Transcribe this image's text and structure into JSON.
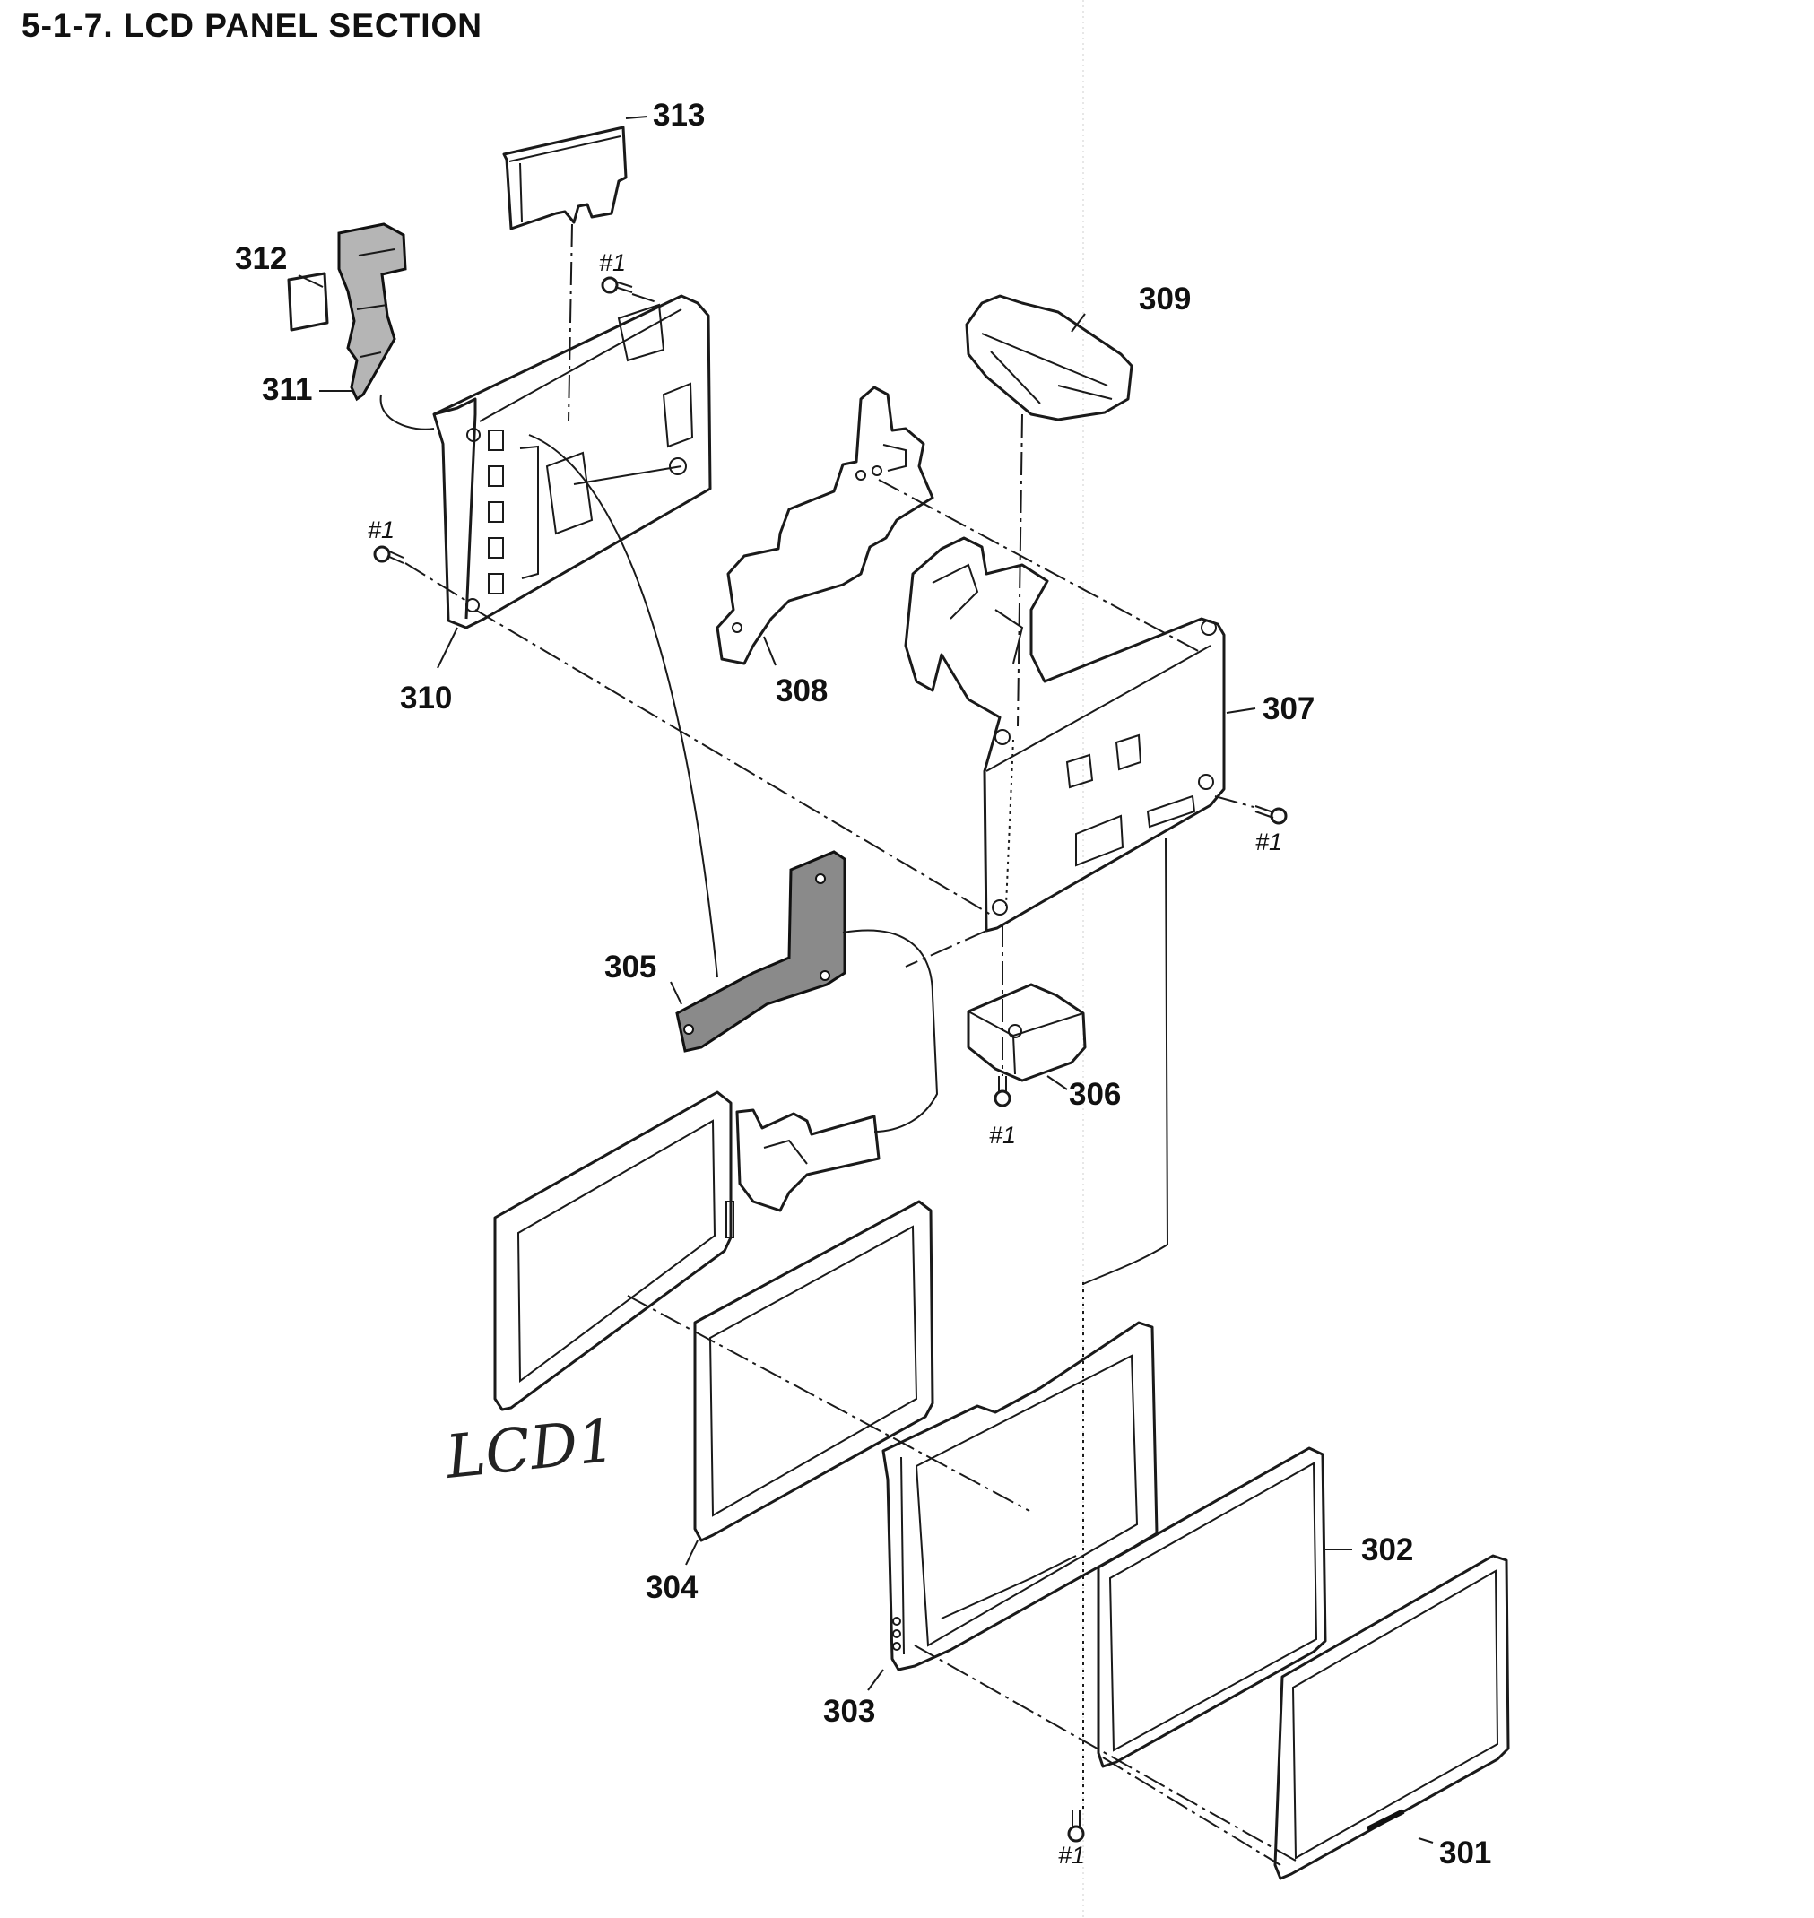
{
  "header": {
    "title": "5-1-7.  LCD PANEL SECTION"
  },
  "parts": [
    {
      "ref": "301"
    },
    {
      "ref": "302"
    },
    {
      "ref": "303"
    },
    {
      "ref": "304"
    },
    {
      "ref": "305"
    },
    {
      "ref": "306"
    },
    {
      "ref": "307"
    },
    {
      "ref": "308"
    },
    {
      "ref": "309"
    },
    {
      "ref": "310"
    },
    {
      "ref": "311"
    },
    {
      "ref": "312"
    },
    {
      "ref": "313"
    }
  ],
  "screw_label": "#1",
  "handwritten_note": "LCD1"
}
